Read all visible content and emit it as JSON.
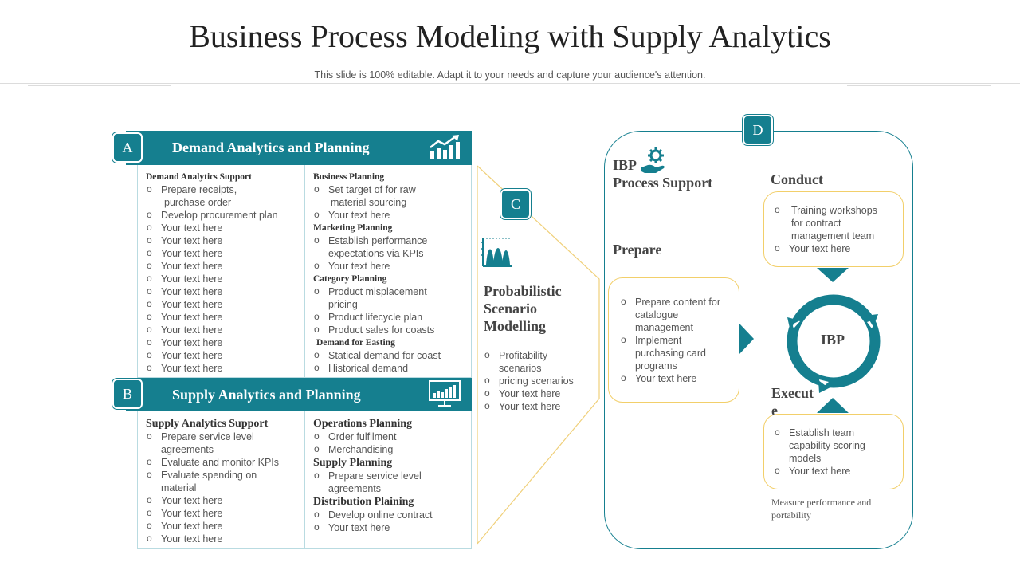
{
  "header": {
    "title": "Business Process Modeling with Supply Analytics",
    "subtitle": "This slide is 100% editable. Adapt it to your needs and capture your audience's attention."
  },
  "colors": {
    "accent": "#157f8f",
    "highlight": "#f2cf6a",
    "text": "#555555"
  },
  "section_a": {
    "badge": "A",
    "title": "Demand Analytics and Planning",
    "icon": "growth-chart-icon",
    "left": {
      "heading": "Demand Analytics Support",
      "items": [
        "Prepare receipts,",
        "purchase order",
        "Develop procurement plan",
        "Your text here",
        "Your text here",
        "Your text here",
        "Your text here",
        "Your text here",
        "Your text here",
        "Your text here",
        "Your text here",
        "Your text here",
        "Your text here",
        "Your text here",
        "Your text here"
      ]
    },
    "right": {
      "groups": [
        {
          "heading": "Business Planning",
          "items": [
            "Set target of for raw",
            "material sourcing",
            "Your text here"
          ]
        },
        {
          "heading": "Marketing Planning",
          "items": [
            "Establish performance",
            "expectations via KPIs",
            "Your text here"
          ]
        },
        {
          "heading": "Category Planning",
          "items": [
            "Product misplacement",
            "pricing",
            "Product lifecycle plan",
            "Product sales for coasts"
          ]
        },
        {
          "heading": "Demand for Easting",
          "items": [
            "Statical demand for coast",
            "Historical demand"
          ]
        }
      ]
    }
  },
  "section_b": {
    "badge": "B",
    "title": "Supply Analytics and Planning",
    "icon": "presentation-board-icon",
    "left": {
      "heading": "Supply Analytics Support",
      "items": [
        "Prepare service level",
        "agreements",
        "Evaluate and monitor KPIs",
        "Evaluate spending on",
        "material",
        "Your text here",
        "Your text here",
        "Your text here",
        "Your text here"
      ]
    },
    "right": {
      "groups": [
        {
          "heading": "Operations Planning",
          "items": [
            "Order fulfilment",
            "Merchandising"
          ]
        },
        {
          "heading": "Supply Planning",
          "items": [
            "Prepare service level",
            "agreements"
          ]
        },
        {
          "heading": "Distribution Plaining",
          "items": [
            "Develop online contract",
            "Your text here"
          ]
        }
      ]
    }
  },
  "section_c": {
    "badge": "C",
    "icon": "distribution-chart-icon",
    "title_lines": [
      "Probabilistic",
      "Scenario",
      "Modelling"
    ],
    "items": [
      "Profitability",
      "scenarios",
      "pricing scenarios",
      "Your text here",
      "Your text here"
    ]
  },
  "section_d": {
    "badge": "D",
    "ibp_title_lines": [
      "IBP",
      "Process Support"
    ],
    "icon": "hand-gear-icon",
    "prepare": {
      "title": "Prepare",
      "items": [
        "Prepare content for",
        "catalogue",
        "management",
        "Implement",
        "purchasing card",
        "programs",
        "Your text here"
      ]
    },
    "conduct": {
      "title": "Conduct",
      "items": [
        "Training workshops",
        "for contract",
        "management team",
        "Your text here"
      ]
    },
    "execute": {
      "title_lines": [
        "Execut",
        "e"
      ],
      "items": [
        "Establish team",
        "capability scoring",
        "models",
        "Your text here"
      ],
      "caption_lines": [
        "Measure performance and",
        "portability"
      ]
    },
    "cycle_label": "IBP"
  }
}
